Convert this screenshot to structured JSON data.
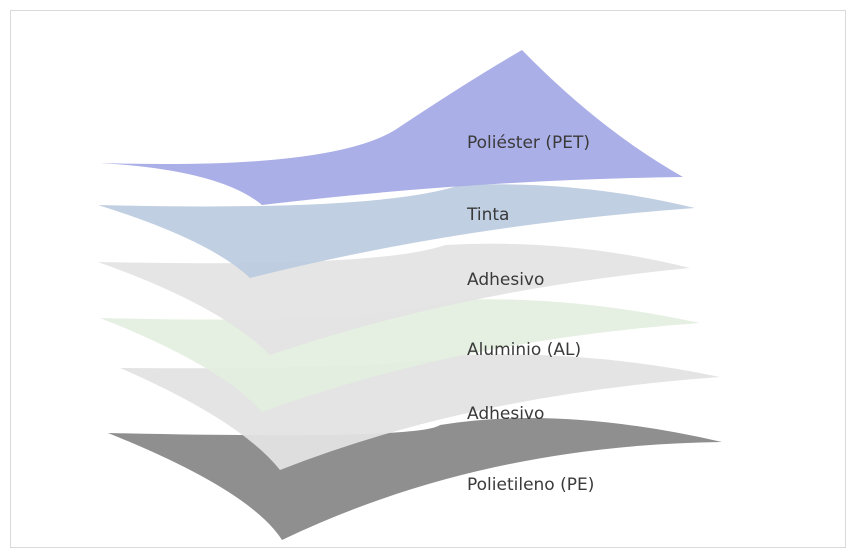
{
  "diagram": {
    "layers": [
      {
        "label": "Poliéster (PET)",
        "color": "#a7abe6"
      },
      {
        "label": "Tinta",
        "color": "#bccbdf"
      },
      {
        "label": "Adhesivo",
        "color": "#e3e3e3"
      },
      {
        "label": "Aluminio (AL)",
        "color": "#e2eedf"
      },
      {
        "label": "Adhesivo",
        "color": "#e3e3e3"
      },
      {
        "label": "Polietileno (PE)",
        "color": "#8f8f8f"
      }
    ]
  }
}
